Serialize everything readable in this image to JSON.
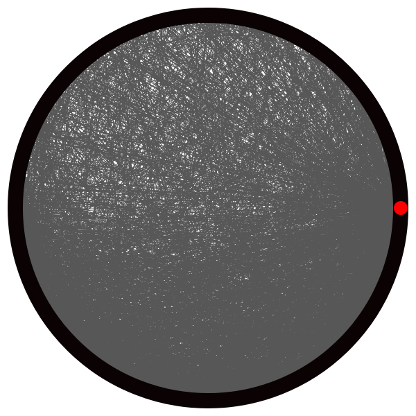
{
  "diagram": {
    "type": "circular-network-graph",
    "node_count": 300,
    "background_color": "#ffffff",
    "ring_color": "#0a0203",
    "edge_color": "#454545",
    "highlight_node_color": "#ff0000",
    "highlighted_node": {
      "angle_deg": 0
    },
    "labels": []
  }
}
